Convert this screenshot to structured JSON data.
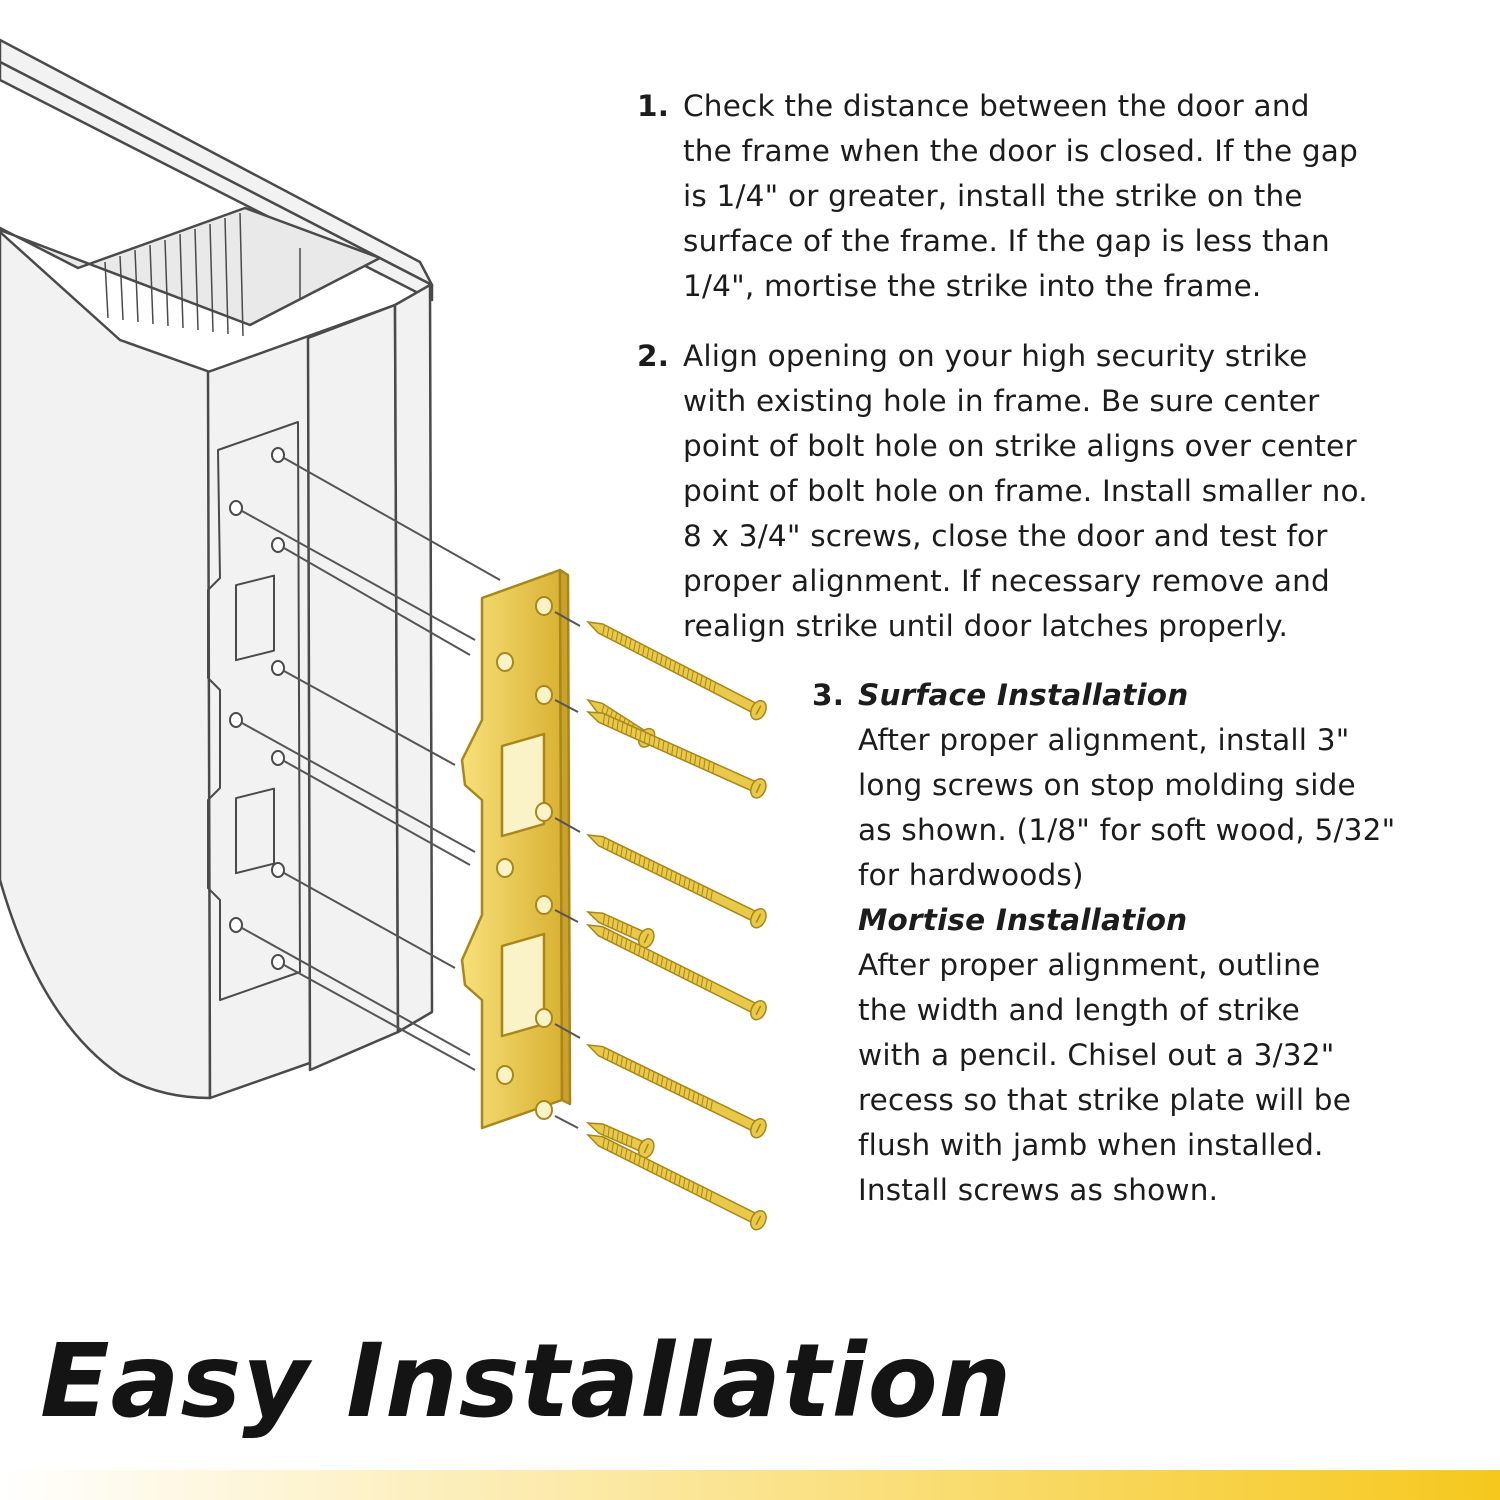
{
  "colors": {
    "line": "#4a4a4a",
    "frame_fill": "#f2f2f2",
    "brass": "#e9c94a",
    "brass_dark": "#a8861a",
    "accent_start": "#ffffff",
    "accent_end": "#f6c81d"
  },
  "steps": [
    {
      "number": "1.",
      "lines": [
        "Check the distance between the door and",
        "the frame when the door is closed. If the gap",
        "is 1/4\" or greater, install the strike on the",
        "surface of the frame. If the gap is less than",
        "1/4\", mortise the strike into the frame."
      ]
    },
    {
      "number": "2.",
      "lines": [
        "Align opening on your high security strike",
        "with existing hole in frame. Be sure center",
        "point of bolt hole on strike aligns over center",
        "point of bolt hole on frame. Install smaller no.",
        "8 x 3/4\" screws, close the door and test for",
        "proper alignment. If necessary remove and",
        "realign strike until door latches properly."
      ]
    },
    {
      "number": "3.",
      "surface_title": "Surface Installation",
      "surface_lines": [
        "After proper alignment, install 3\"",
        "long screws on stop molding side",
        "as shown. (1/8\" for soft wood, 5/32\"",
        "for hardwoods)"
      ],
      "mortise_title": "Mortise Installation",
      "mortise_lines": [
        "After proper alignment, outline",
        "the width and length of strike",
        "with a pencil. Chisel out a 3/32\"",
        "recess so that strike plate will be",
        "flush with jamb when installed.",
        "Install screws as shown."
      ]
    }
  ],
  "headline": "Easy Installation"
}
